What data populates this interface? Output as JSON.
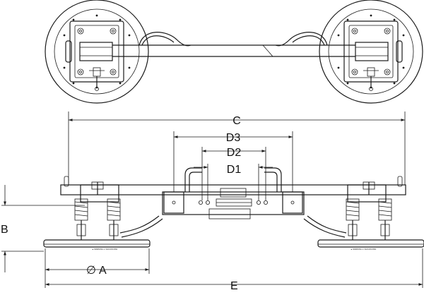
{
  "dimension_labels": {
    "c": "C",
    "d3": "D3",
    "d2": "D2",
    "d1": "D1",
    "b": "B",
    "a": "A",
    "diameter_symbol": "∅",
    "e": "E"
  },
  "pad_warning_left": "▲ WARNING ⊘ VACUUM PAD",
  "pad_warning_right": "▲ WARNING ⊘ VACUUM PAD",
  "colors": {
    "line": "#1a1a1a",
    "background": "#ffffff"
  }
}
